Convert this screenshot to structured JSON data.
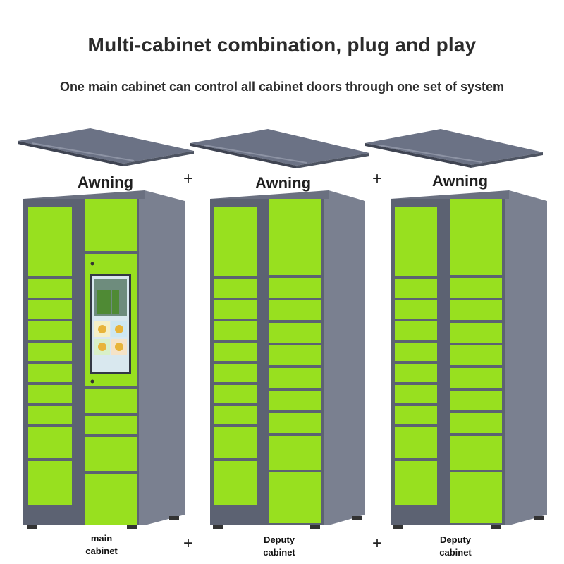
{
  "header": {
    "title": "Multi-cabinet combination, plug and play",
    "subtitle": "One main cabinet can control all cabinet doors through one set of system"
  },
  "awnings": [
    {
      "label": "Awning"
    },
    {
      "label": "Awning"
    },
    {
      "label": "Awning"
    }
  ],
  "plus_sign": "+",
  "cabinets": [
    {
      "label_line1": "main",
      "label_line2": "cabinet"
    },
    {
      "label_line1": "Deputy",
      "label_line2": "cabinet"
    },
    {
      "label_line1": "Deputy",
      "label_line2": "cabinet"
    }
  ],
  "colors": {
    "door_green": "#98e01f",
    "door_dark": "#7dbd14",
    "frame_gray": "#5c6272",
    "frame_side": "#7a8090",
    "awning_gray": "#6b7285",
    "screen_bg": "#d9e8ef"
  }
}
